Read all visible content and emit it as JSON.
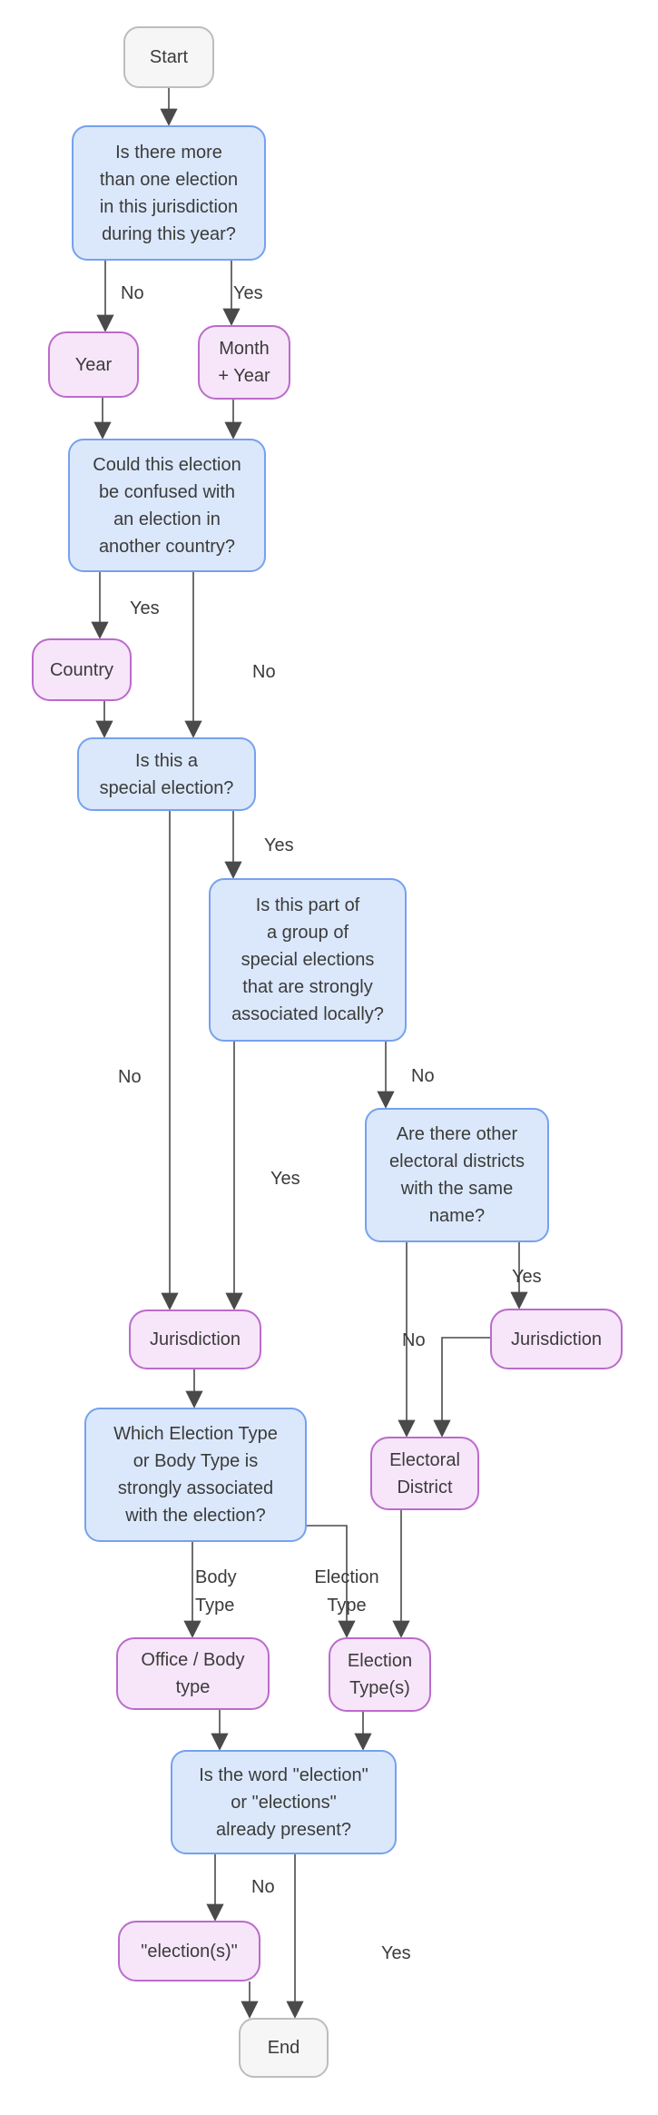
{
  "diagram": {
    "type": "flowchart",
    "nodes": {
      "start": {
        "kind": "terminal",
        "label": "Start"
      },
      "q_multiple": {
        "kind": "decision",
        "label": "Is there more\nthan one election\nin this jurisdiction\nduring this year?"
      },
      "year": {
        "kind": "result",
        "label": "Year"
      },
      "month_year": {
        "kind": "result",
        "label": "Month\n+ Year"
      },
      "q_confused": {
        "kind": "decision",
        "label": "Could this election\nbe confused with\nan election in\nanother country?"
      },
      "country": {
        "kind": "result",
        "label": "Country"
      },
      "q_special": {
        "kind": "decision",
        "label": "Is this a\nspecial election?"
      },
      "q_group": {
        "kind": "decision",
        "label": "Is this part of\na group of\nspecial elections\nthat are strongly\nassociated locally?"
      },
      "q_districts": {
        "kind": "decision",
        "label": "Are there other\nelectoral districts\nwith the same\nname?"
      },
      "jurisdiction_left": {
        "kind": "result",
        "label": "Jurisdiction"
      },
      "jurisdiction_right": {
        "kind": "result",
        "label": "Jurisdiction"
      },
      "q_which_type": {
        "kind": "decision",
        "label": "Which Election Type\nor Body Type is\nstrongly associated\nwith the election?"
      },
      "electoral_district": {
        "kind": "result",
        "label": "Electoral\nDistrict"
      },
      "office_body": {
        "kind": "result",
        "label": "Office / Body\ntype"
      },
      "election_types": {
        "kind": "result",
        "label": "Election\nType(s)"
      },
      "q_word": {
        "kind": "decision",
        "label": "Is the word \"election\"\nor \"elections\"\nalready present?"
      },
      "elections_word": {
        "kind": "result",
        "label": "\"election(s)\""
      },
      "end": {
        "kind": "terminal",
        "label": "End"
      }
    },
    "edges": [
      {
        "from": "start",
        "to": "q_multiple",
        "label": ""
      },
      {
        "from": "q_multiple",
        "to": "year",
        "label": "No"
      },
      {
        "from": "q_multiple",
        "to": "month_year",
        "label": "Yes"
      },
      {
        "from": "year",
        "to": "q_confused",
        "label": ""
      },
      {
        "from": "month_year",
        "to": "q_confused",
        "label": ""
      },
      {
        "from": "q_confused",
        "to": "country",
        "label": "Yes"
      },
      {
        "from": "q_confused",
        "to": "q_special",
        "label": "No"
      },
      {
        "from": "country",
        "to": "q_special",
        "label": ""
      },
      {
        "from": "q_special",
        "to": "jurisdiction_left",
        "label": "No"
      },
      {
        "from": "q_special",
        "to": "q_group",
        "label": "Yes"
      },
      {
        "from": "q_group",
        "to": "jurisdiction_left",
        "label": "Yes"
      },
      {
        "from": "q_group",
        "to": "q_districts",
        "label": "No"
      },
      {
        "from": "q_districts",
        "to": "electoral_district",
        "label": "No"
      },
      {
        "from": "q_districts",
        "to": "jurisdiction_right",
        "label": "Yes"
      },
      {
        "from": "jurisdiction_right",
        "to": "electoral_district",
        "label": ""
      },
      {
        "from": "jurisdiction_left",
        "to": "q_which_type",
        "label": ""
      },
      {
        "from": "q_which_type",
        "to": "office_body",
        "label": "Body\nType"
      },
      {
        "from": "q_which_type",
        "to": "election_types",
        "label": "Election\nType"
      },
      {
        "from": "electoral_district",
        "to": "election_types",
        "label": ""
      },
      {
        "from": "office_body",
        "to": "q_word",
        "label": ""
      },
      {
        "from": "election_types",
        "to": "q_word",
        "label": ""
      },
      {
        "from": "q_word",
        "to": "elections_word",
        "label": "No"
      },
      {
        "from": "q_word",
        "to": "end",
        "label": "Yes"
      },
      {
        "from": "elections_word",
        "to": "end",
        "label": ""
      }
    ]
  },
  "colors": {
    "decision_fill": "#dbe8fb",
    "decision_border": "#75a1ee",
    "result_fill": "#f7e6f9",
    "result_border": "#bb6bcb",
    "terminal_fill": "#f6f6f6",
    "terminal_border": "#bdbdbd",
    "line": "#4a4a4a",
    "text": "#3b3b3b",
    "background": "#ffffff"
  }
}
